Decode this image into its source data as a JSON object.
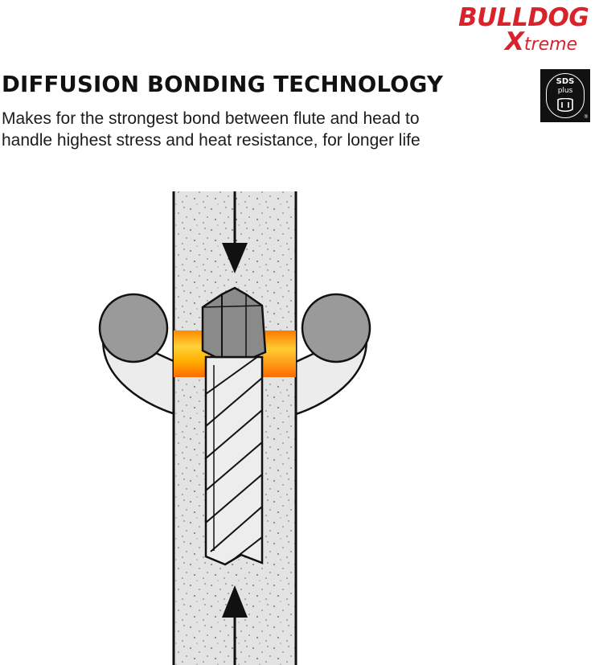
{
  "brand": {
    "logo_line1": "BULLDOG",
    "logo_line2_initial": "X",
    "logo_line2_rest": "treme",
    "color": "#d8232a"
  },
  "heading": "DIFFUSION BONDING TECHNOLOGY",
  "description": {
    "line1": "Makes for the strongest bond between flute and head to",
    "line2": "handle highest stress and heat resistance, for longer life"
  },
  "badge": {
    "line1": "SDS",
    "line2": "plus",
    "mark": "®"
  },
  "illustration": {
    "icons": [
      "arrow-down-icon",
      "arrow-up-icon",
      "drill-bit-icon",
      "electrode-icon"
    ],
    "colors": {
      "concrete": "#e4e4e4",
      "bit": "#8a8a8a",
      "heat_hot": "#ff7a00",
      "heat_warm": "#ffcc33",
      "electrode": "#9a9a9a"
    }
  }
}
